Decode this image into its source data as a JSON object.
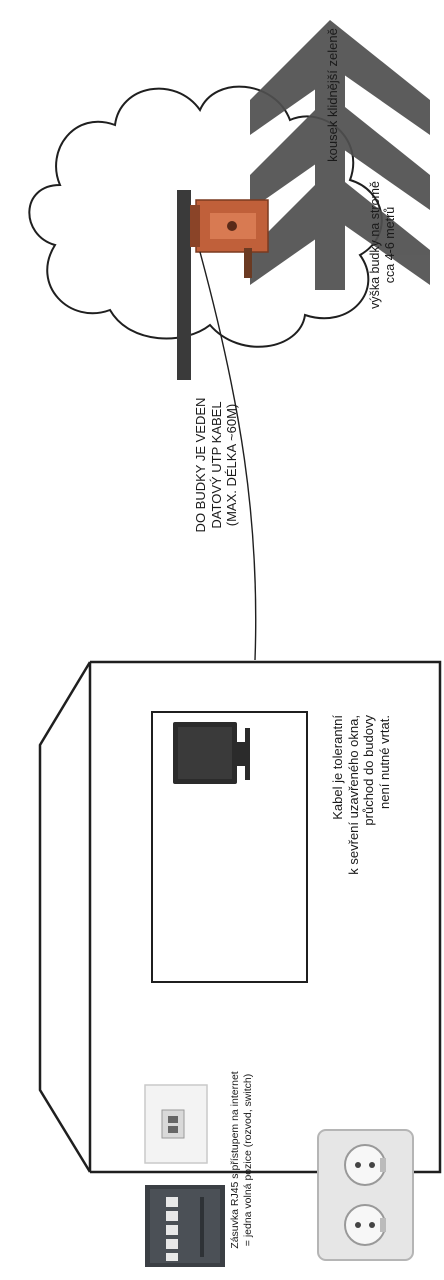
{
  "labels": {
    "greenery": "kousek klidnější zeleně",
    "box_height_line1": "výška budky na stromě",
    "box_height_line2": "cca 4-6 metrů",
    "cable_line1": "DO BUDKY JE VEDEN",
    "cable_line2": "DATOVÝ UTP KABEL",
    "cable_line3": "(MAX. DÉLKA ~60M)",
    "window_line1": "Kabel je tolerantní",
    "window_line2": "k sevření uzavřeného okna,",
    "window_line3": "průchod do budovy",
    "window_line4": "není nutné vrtat.",
    "socket_line1": "Zásuvka RJ45 s přístupem na internet",
    "socket_line2": "= jedna volná pozice (rozvod, switch)"
  },
  "colors": {
    "line": "#1f1f1f",
    "arrow": "#4f4f4f",
    "pole": "#3a3a3a",
    "birdbox": "#c0603a",
    "monitor": "#2b2b2b",
    "switch": "#3b3f44",
    "outlet": "#e6e6e6"
  },
  "icons": [
    "tree-cloud-icon",
    "arrows-icon",
    "birdbox-icon",
    "monitor-icon",
    "switch-icon",
    "rj45-wall-socket-icon",
    "power-outlet-icon"
  ]
}
